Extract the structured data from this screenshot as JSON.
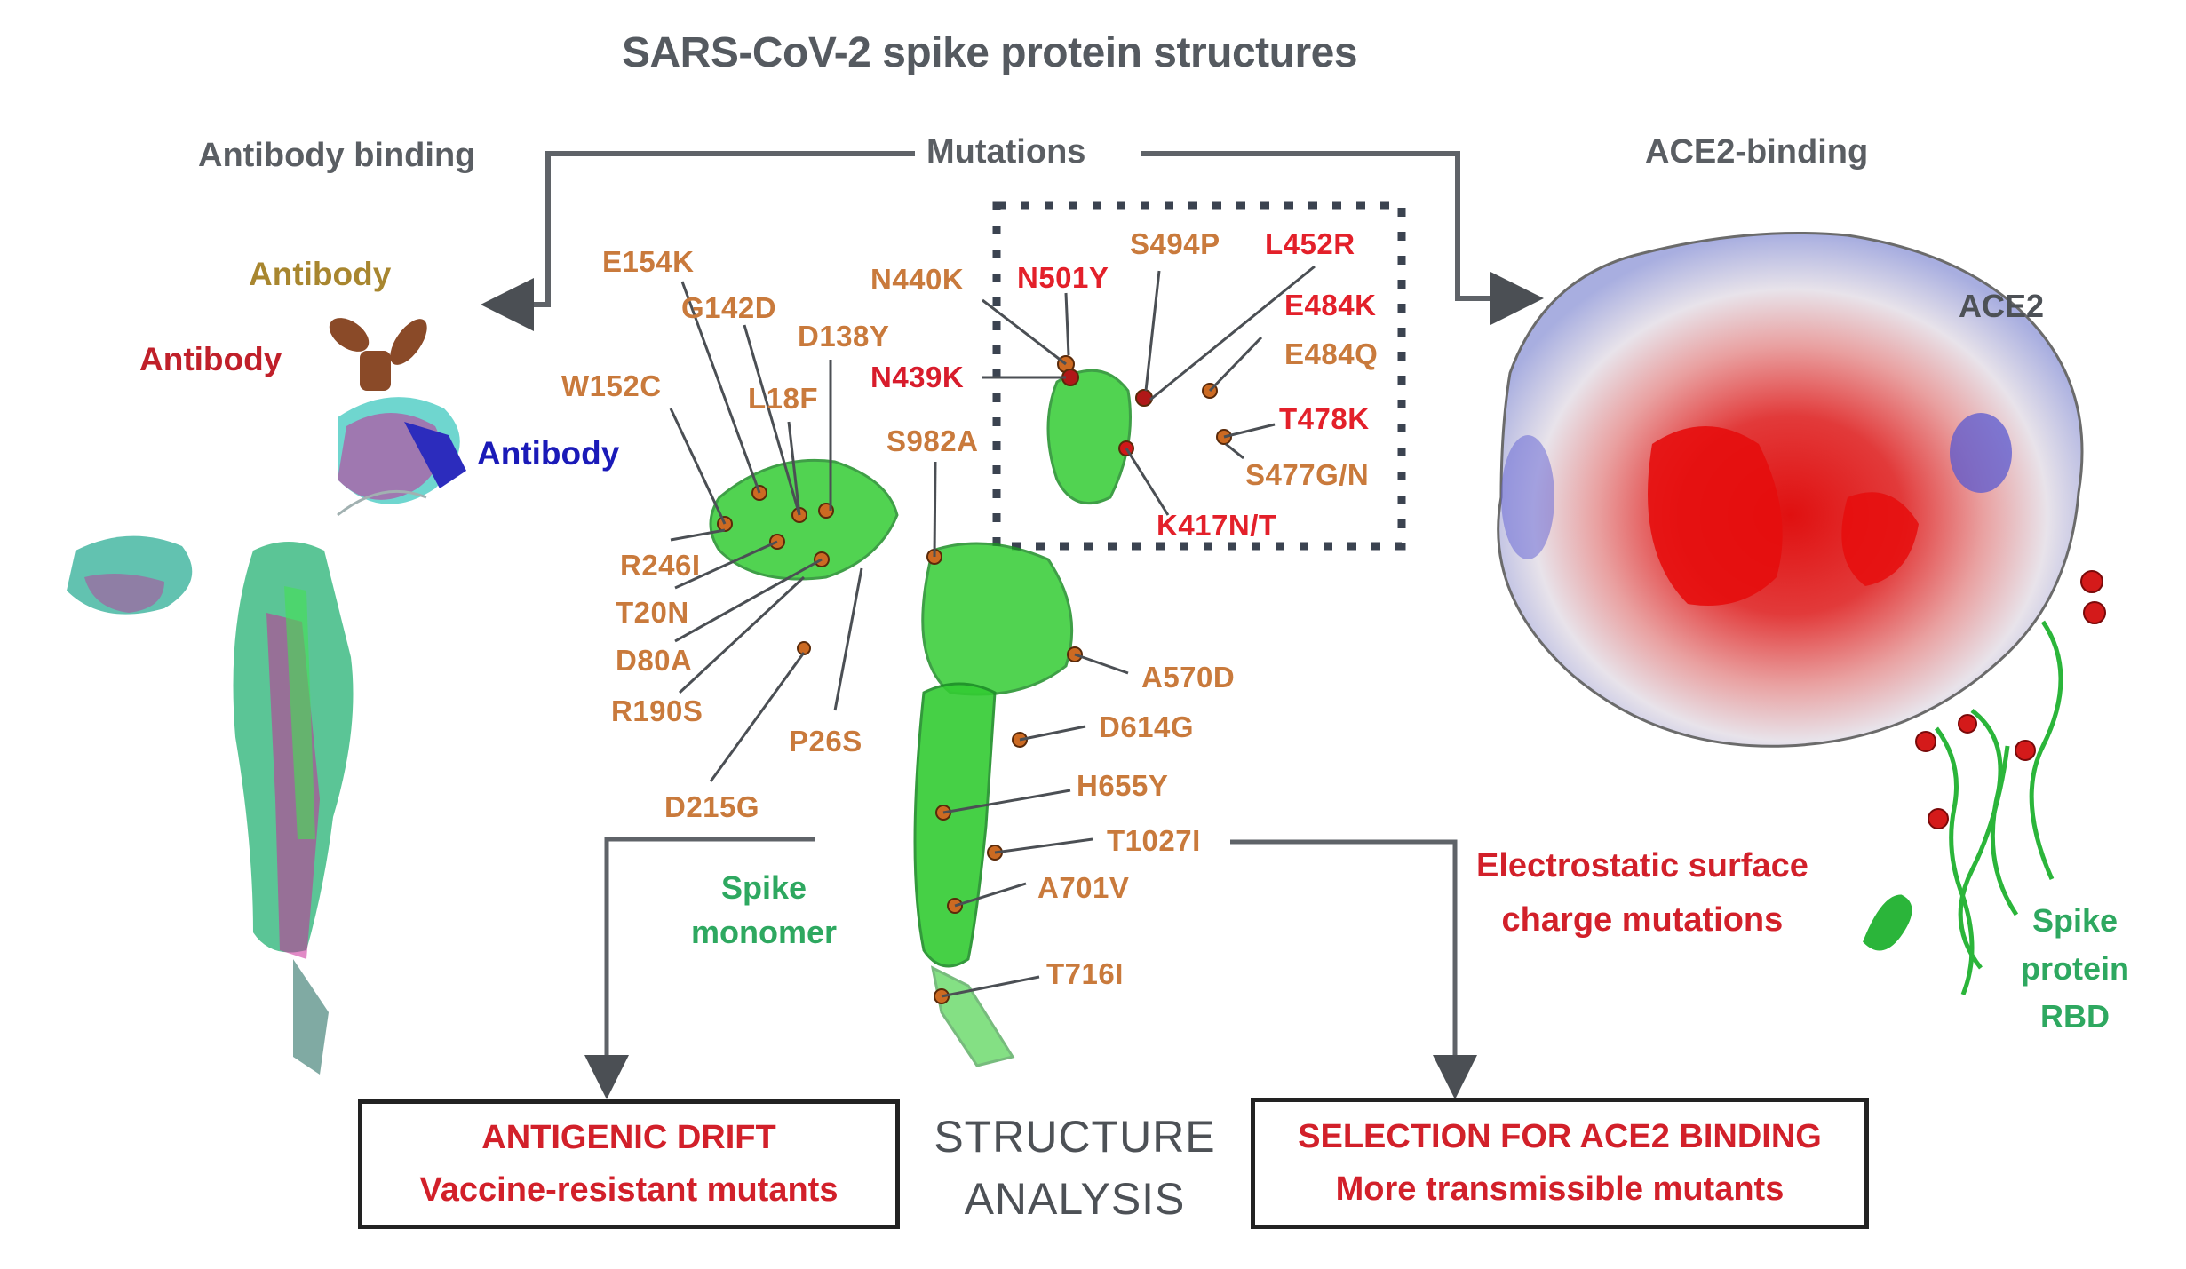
{
  "title": "SARS-CoV-2 spike protein structures",
  "sections": {
    "antibody_binding": "Antibody binding",
    "mutations": "Mutations",
    "ace2_binding": "ACE2-binding"
  },
  "left_panel": {
    "labels": [
      {
        "text": "Antibody",
        "color": "#a8862f"
      },
      {
        "text": "Antibody",
        "color": "#c0202a"
      },
      {
        "text": "Antibody",
        "color": "#1a1ab8"
      }
    ]
  },
  "center_panel": {
    "spike_label_line1": "Spike",
    "spike_label_line2": "monomer",
    "mutations_outside_box": [
      {
        "text": "E154K",
        "type": "neutral"
      },
      {
        "text": "G142D",
        "type": "neutral"
      },
      {
        "text": "D138Y",
        "type": "neutral"
      },
      {
        "text": "W152C",
        "type": "neutral"
      },
      {
        "text": "L18F",
        "type": "neutral"
      },
      {
        "text": "S982A",
        "type": "neutral"
      },
      {
        "text": "R246I",
        "type": "neutral"
      },
      {
        "text": "T20N",
        "type": "neutral"
      },
      {
        "text": "D80A",
        "type": "neutral"
      },
      {
        "text": "R190S",
        "type": "neutral"
      },
      {
        "text": "P26S",
        "type": "neutral"
      },
      {
        "text": "D215G",
        "type": "neutral"
      },
      {
        "text": "A570D",
        "type": "neutral"
      },
      {
        "text": "D614G",
        "type": "neutral"
      },
      {
        "text": "H655Y",
        "type": "neutral"
      },
      {
        "text": "T1027I",
        "type": "neutral"
      },
      {
        "text": "A701V",
        "type": "neutral"
      },
      {
        "text": "T716I",
        "type": "neutral"
      },
      {
        "text": "N440K",
        "type": "neutral"
      },
      {
        "text": "N439K",
        "type": "charge"
      }
    ],
    "mutations_in_rbd_box": [
      {
        "text": "N501Y",
        "type": "charge"
      },
      {
        "text": "S494P",
        "type": "neutral"
      },
      {
        "text": "L452R",
        "type": "charge"
      },
      {
        "text": "E484K",
        "type": "charge"
      },
      {
        "text": "E484Q",
        "type": "neutral"
      },
      {
        "text": "T478K",
        "type": "charge"
      },
      {
        "text": "S477G/N",
        "type": "neutral"
      },
      {
        "text": "K417N/T",
        "type": "charge"
      }
    ]
  },
  "right_panel": {
    "ace2_label": "ACE2",
    "electrostatic_line1": "Electrostatic surface",
    "electrostatic_line2": "charge mutations",
    "rbd_line1": "Spike",
    "rbd_line2": "protein",
    "rbd_line3": "RBD"
  },
  "bottom": {
    "left_box": {
      "line1": "ANTIGENIC DRIFT",
      "line2": "Vaccine-resistant mutants"
    },
    "center_line1": "STRUCTURE",
    "center_line2": "ANALYSIS",
    "right_box": {
      "line1": "SELECTION FOR ACE2 BINDING",
      "line2": "More transmissible mutants"
    }
  },
  "colors": {
    "neutral_mutation": "#c97a3c",
    "charge_mutation": "#e3202a",
    "spike_green": "#33cc33",
    "label_green": "#2ea860",
    "connector_gray": "#5f6368",
    "box_border": "#222222",
    "box_text": "#d2202a"
  }
}
